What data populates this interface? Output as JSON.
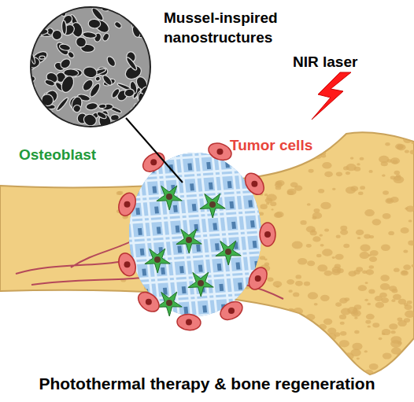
{
  "diagram": {
    "caption": "Photothermal therapy & bone regeneration",
    "labels": [
      "Mussel-inspired nanostructures",
      "NIR laser",
      "Osteoblast",
      "Tumor cells"
    ]
  }
}
